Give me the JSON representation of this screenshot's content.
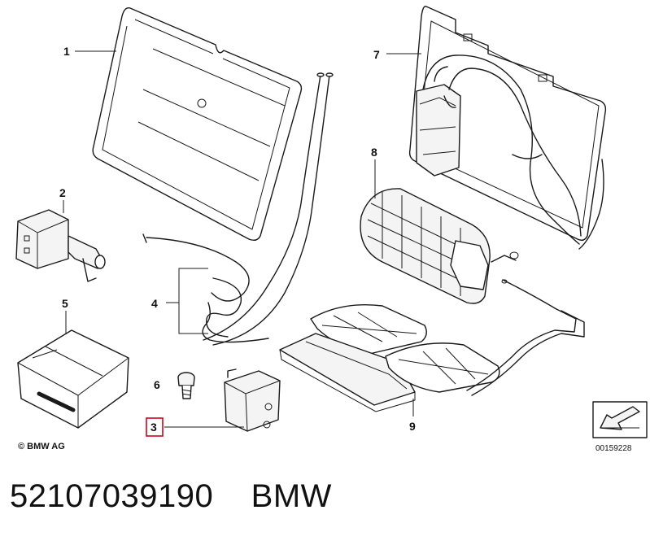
{
  "callouts": {
    "p1": "1",
    "p2": "2",
    "p3": "3",
    "p4": "4",
    "p5": "5",
    "p6": "6",
    "p7": "7",
    "p8": "8",
    "p9": "9"
  },
  "highlighted_callout": "3",
  "highlight_color": "#d0021b",
  "copyright": "© BMW AG",
  "diagram_code": "00159228",
  "caption": {
    "part_number": "52107039190",
    "brand": "BMW"
  }
}
